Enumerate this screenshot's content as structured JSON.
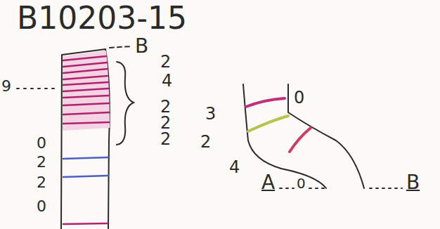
{
  "diagram": {
    "title": "B10203-15",
    "labels": [
      "9",
      "B",
      "2",
      "4",
      "2",
      "2",
      "2",
      "3",
      "2",
      "0",
      "2",
      "2",
      "0",
      "0",
      "4",
      "A",
      "0",
      "B"
    ]
  }
}
